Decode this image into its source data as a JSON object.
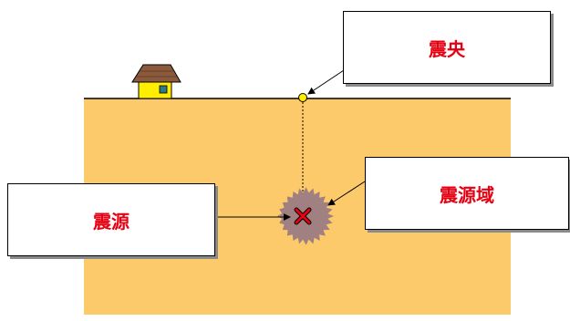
{
  "labels": {
    "epicenter": "震央",
    "hypocenter": "震源",
    "focal_region": "震源域"
  },
  "colors": {
    "ground": "#fdca6b",
    "label_text": "#e60012",
    "house_wall": "#ffee00",
    "house_roof": "#8b5a3c",
    "epicenter_dot": "#ffee00",
    "focal_region": "#a08080",
    "hypocenter_mark": "#e60012"
  },
  "icons": {
    "house": "house-icon",
    "hypocenter": "x-mark-icon"
  }
}
